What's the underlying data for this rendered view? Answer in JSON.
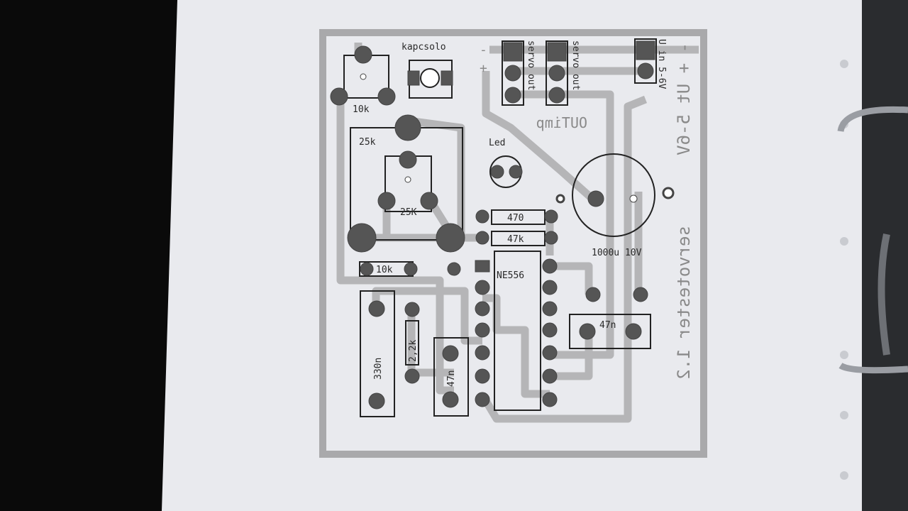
{
  "board": {
    "labels": {
      "switch": "kapcsolo",
      "pot_10k": "10k",
      "pot_25k_outer": "25k",
      "pot_25k_inner": "25K",
      "led": "Led",
      "r_470": "470",
      "r_47k": "47k",
      "r_10k": "10k",
      "ic": "NE556",
      "cap_electrolytic": "1000u 10V",
      "cap_47n_right": "47n",
      "cap_330n": "330n",
      "r_2k2": "2,2k",
      "cap_47n_left": "47n",
      "servo_out_1": "servo out",
      "servo_out_2": "servo out",
      "u_in": "U in 5-6V",
      "minus": "-",
      "plus": "+",
      "out_imp": "OUTimp",
      "supply_text": "- + Ut 5-6V",
      "title": "servotester 1.2"
    }
  }
}
